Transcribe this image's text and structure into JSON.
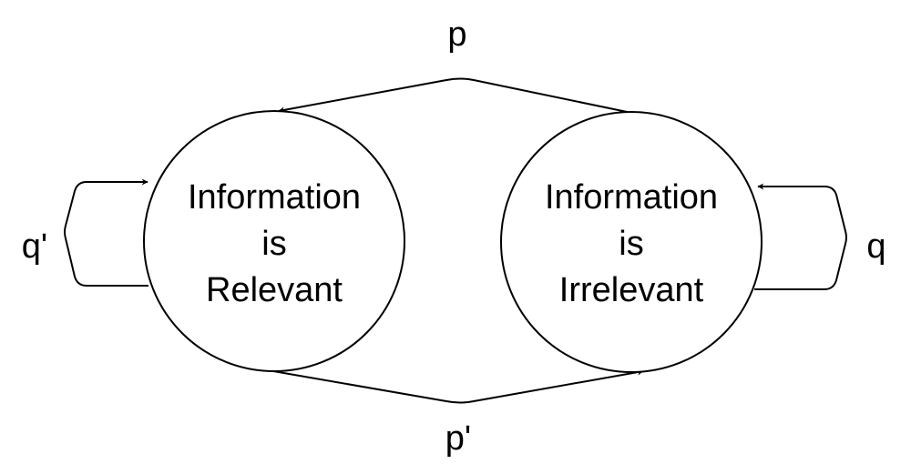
{
  "diagram": {
    "states": [
      {
        "id": "relevant",
        "lines": [
          "Information",
          "is",
          "Relevant"
        ]
      },
      {
        "id": "irrelevant",
        "lines": [
          "Information",
          "is",
          "Irrelevant"
        ]
      }
    ],
    "transitions": [
      {
        "from": "irrelevant",
        "to": "relevant",
        "label": "p"
      },
      {
        "from": "relevant",
        "to": "irrelevant",
        "label": "p'"
      },
      {
        "from": "relevant",
        "to": "relevant",
        "label": "q'"
      },
      {
        "from": "irrelevant",
        "to": "irrelevant",
        "label": "q"
      }
    ],
    "colors": {
      "stroke": "#000000",
      "background": "#ffffff"
    }
  }
}
